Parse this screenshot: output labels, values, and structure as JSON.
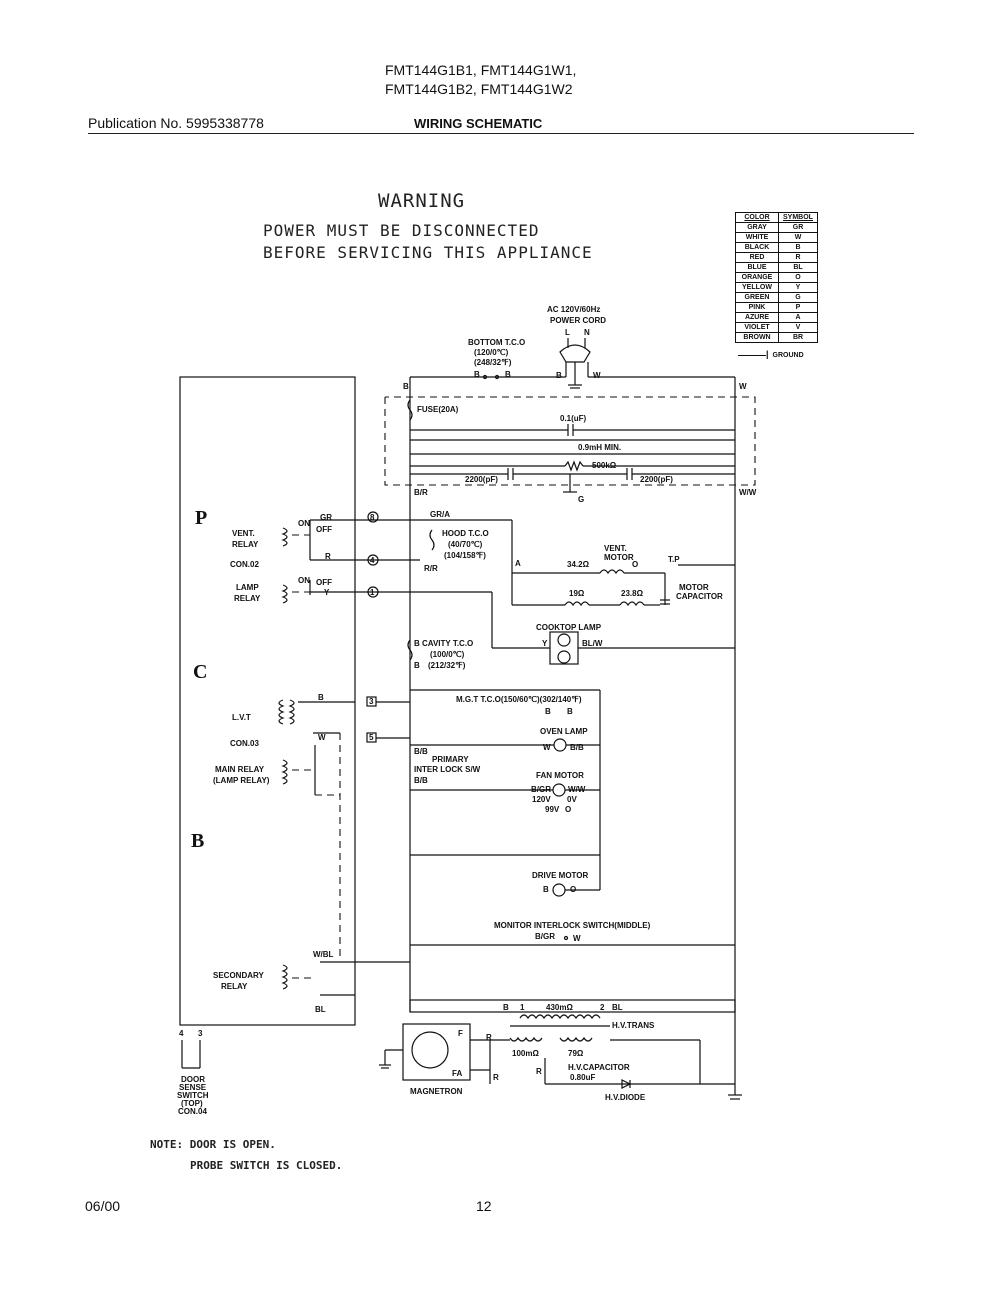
{
  "header": {
    "models_line1": "FMT144G1B1, FMT144G1W1,",
    "models_line2": "FMT144G1B2, FMT144G1W2",
    "publication": "Publication No. 5995338778",
    "section_title": "WIRING SCHEMATIC"
  },
  "warning": {
    "title": "WARNING",
    "line1": "POWER MUST BE DISCONNECTED",
    "line2": "BEFORE SERVICING THIS APPLIANCE"
  },
  "color_table": {
    "headers": [
      "COLOR",
      "SYMBOL"
    ],
    "rows": [
      [
        "GRAY",
        "GR"
      ],
      [
        "WHITE",
        "W"
      ],
      [
        "BLACK",
        "B"
      ],
      [
        "RED",
        "R"
      ],
      [
        "BLUE",
        "BL"
      ],
      [
        "ORANGE",
        "O"
      ],
      [
        "YELLOW",
        "Y"
      ],
      [
        "GREEN",
        "G"
      ],
      [
        "PINK",
        "P"
      ],
      [
        "AZURE",
        "A"
      ],
      [
        "VIOLET",
        "V"
      ],
      [
        "BROWN",
        "BR"
      ]
    ],
    "ground_label": "GROUND"
  },
  "labels": {
    "power_cord": "AC 120V/60Hz",
    "power_cord2": "POWER CORD",
    "L": "L",
    "N": "N",
    "bottom_tco": "BOTTOM T.C.O",
    "bottom_tco_2": "(120/0℃)",
    "bottom_tco_3": "(248/32℉)",
    "fuse": "FUSE(20A)",
    "cap1": "0.1(uF)",
    "ind1": "0.9mH MIN.",
    "res1": "500kΩ",
    "cap2": "2200(pF)",
    "cap3": "2200(pF)",
    "G": "G",
    "BR": "B/R",
    "WW": "W/W",
    "P": "P",
    "C": "C",
    "B_board": "B",
    "vent_relay": "VENT.",
    "vent_relay2": "RELAY",
    "con02": "CON.02",
    "lamp_relay": "LAMP",
    "lamp_relay2": "RELAY",
    "lvt": "L.V.T",
    "con03": "CON.03",
    "main_relay": "MAIN RELAY",
    "main_relay2": "(LAMP RELAY)",
    "secondary_relay": "SECONDARY",
    "secondary_relay2": "RELAY",
    "hood_tco": "HOOD T.C.O",
    "hood_tco2": "(40/70℃)",
    "hood_tco3": "(104/158℉)",
    "vent_motor": "VENT.",
    "vent_motor2": "MOTOR",
    "r342": "34.2Ω",
    "r19": "19Ω",
    "r238": "23.8Ω",
    "tp": "T.P",
    "motor_cap": "MOTOR",
    "motor_cap2": "CAPACITOR",
    "cooktop_lamp": "COOKTOP LAMP",
    "cavity_tco": "CAVITY T.C.O",
    "cavity_tco2": "(100/0℃)",
    "cavity_tco3": "(212/32℉)",
    "mgt_tco": "M.G.T T.C.O(150/60℃)(302/140℉)",
    "oven_lamp": "OVEN LAMP",
    "primary": "PRIMARY",
    "interlock": "INTER LOCK S/W",
    "fan_motor": "FAN MOTOR",
    "v120": "120V",
    "v0": "0V",
    "v99": "99V",
    "drive_motor": "DRIVE MOTOR",
    "monitor_sw": "MONITOR INTERLOCK SWITCH(MIDDLE)",
    "r430m": "430mΩ",
    "hv_trans": "H.V.TRANS",
    "r100m": "100mΩ",
    "r79": "79Ω",
    "hv_cap": "H.V.CAPACITOR",
    "hv_cap2": "0.80uF",
    "magnetron": "MAGNETRON",
    "hv_diode": "H.V.DIODE",
    "door_sense": "DOOR",
    "door_sense2": "SENSE",
    "door_sense3": "SWITCH",
    "door_sense4": "(TOP)",
    "door_sense5": "CON.04",
    "pin4": "4",
    "pin3": "3"
  },
  "notes": {
    "line1": "NOTE: DOOR IS OPEN.",
    "line2": "PROBE SWITCH IS CLOSED."
  },
  "footer": {
    "date": "06/00",
    "page": "12"
  }
}
